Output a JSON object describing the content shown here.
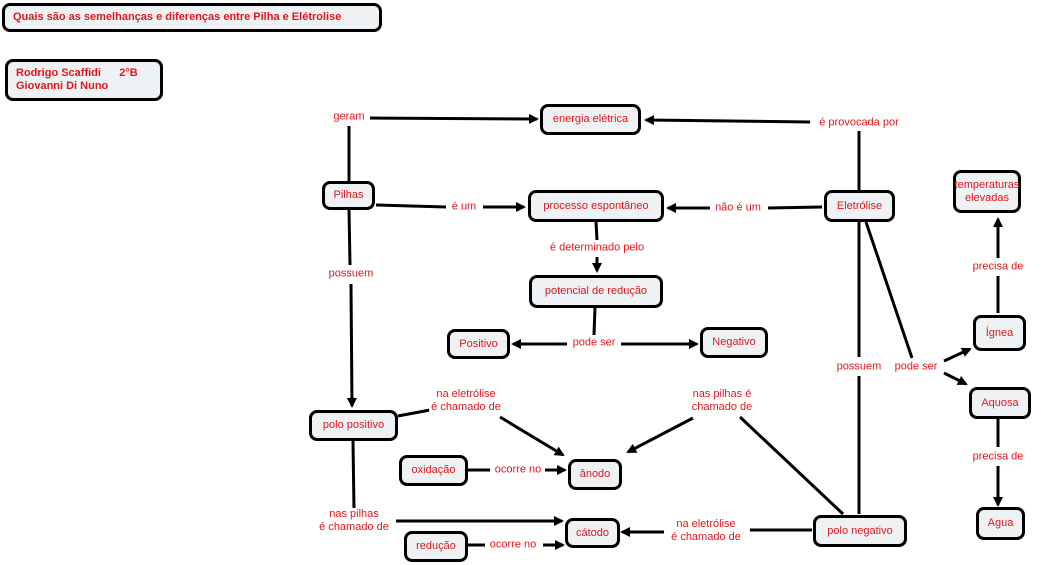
{
  "title": "Quais são as semelhanças e diferenças entre Pilha e Elétrolise",
  "authors": {
    "line1": "Rodrigo Scaffidi      2°B",
    "line2": "Giovanni Di Nuno"
  },
  "concepts": {
    "energia": "energia elétrica",
    "pilhas": "Pilhas",
    "processo": "processo espontâneo",
    "eletrolise": "Eletrólise",
    "temperaturas": "temperaturas elevadas",
    "potencial": "potencial de redução",
    "positivo": "Positivo",
    "negativo": "Negativo",
    "ignea": "Ígnea",
    "aquosa": "Aquosa",
    "polo_positivo": "polo positivo",
    "oxidacao": "oxidação",
    "anodo": "ânodo",
    "catodo": "cátodo",
    "reducao": "redução",
    "polo_negativo": "polo negativo",
    "agua": "Agua"
  },
  "links": {
    "geram": "geram",
    "provocada": "é provocada por",
    "e_um": "é um",
    "nao_e_um": "não é um",
    "determinado": "é determinado pelo",
    "pode_ser_1": "pode ser",
    "possuem_1": "possuem",
    "precisa_1": "precisa de",
    "pode_ser_2": "pode ser",
    "possuem_2": "possuem",
    "eletrolise_anodo_1": "na eletrólise",
    "eletrolise_anodo_2": "é chamado de",
    "pilhas_anodo_1": "nas pilhas é",
    "pilhas_anodo_2": "chamado de",
    "ocorre_oxid": "ocorre no",
    "pilhas_catodo_1": "nas pilhas",
    "pilhas_catodo_2": "é chamado de",
    "ocorre_red": "ocorre no",
    "eletrolise_catodo_1": "na eletrólise",
    "eletrolise_catodo_2": "é chamado de",
    "precisa_2": "precisa de"
  }
}
